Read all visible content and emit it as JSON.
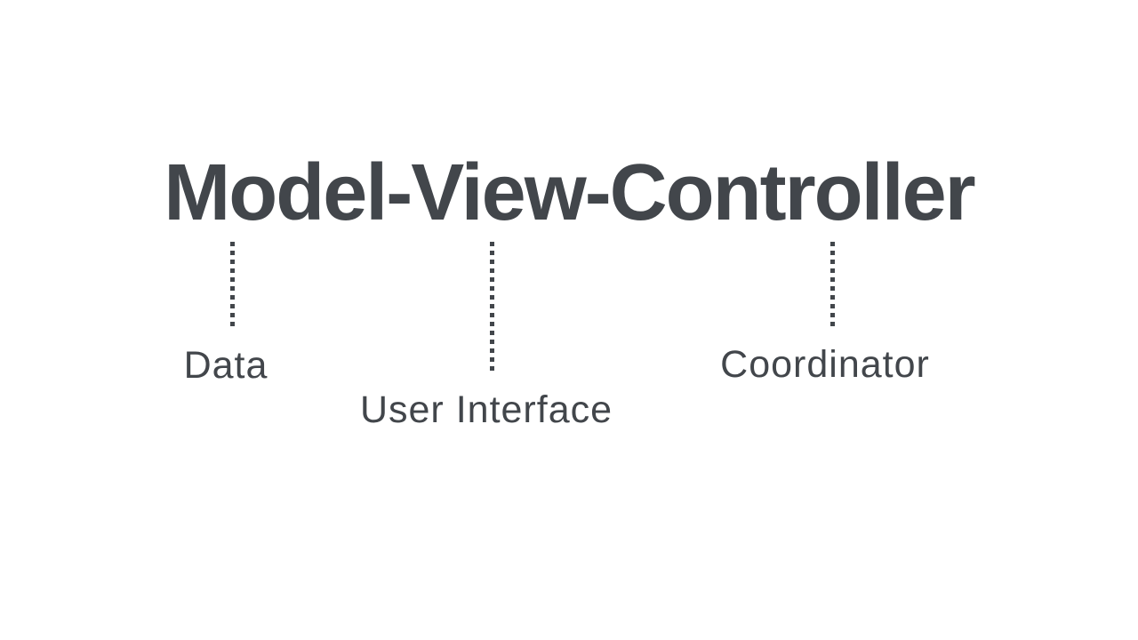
{
  "colors": {
    "ink": "#42464b",
    "background": "#ffffff"
  },
  "diagram": {
    "title": "Model-View-Controller",
    "components": [
      {
        "term": "Model",
        "label": "Data"
      },
      {
        "term": "View",
        "label": "User Interface"
      },
      {
        "term": "Controller",
        "label": "Coordinator"
      }
    ]
  }
}
